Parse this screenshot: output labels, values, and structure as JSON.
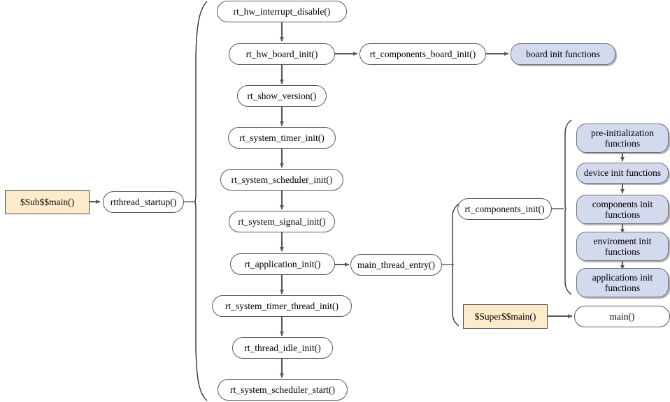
{
  "diagram": {
    "title": "RT-Thread startup sequence flowchart",
    "colors": {
      "node_fill": "#ffffff",
      "node_stroke": "#58585a",
      "blue_fill": "#d4daee",
      "blue_stroke": "#6f6f78",
      "yellow_fill": "#fceccb",
      "yellow_stroke": "#4a4a4a",
      "edge": "#5a5a5a",
      "background": "#ffffff"
    },
    "nodes": {
      "sub_main": "$Sub$$main()",
      "rtthread_startup": "rtthread_startup()",
      "rt_hw_interrupt_disable": "rt_hw_interrupt_disable()",
      "rt_hw_board_init": "rt_hw_board_init()",
      "rt_show_version": "rt_show_version()",
      "rt_system_timer_init": "rt_system_timer_init()",
      "rt_system_scheduler_init": "rt_system_scheduler_init()",
      "rt_system_signal_init": "rt_system_signal_init()",
      "rt_application_init": "rt_application_init()",
      "rt_system_timer_thread_init": "rt_system_timer_thread_init()",
      "rt_thread_idle_init": "rt_thread_idle_init()",
      "rt_system_scheduler_start": "rt_system_scheduler_start()",
      "rt_components_board_init": "rt_components_board_init()",
      "board_init_functions": "board init functions",
      "main_thread_entry": "main_thread_entry()",
      "rt_components_init": "rt_components_init()",
      "pre_initialization_functions": "pre-initialization\nfunctions",
      "device_init_functions": "device init functions",
      "components_init_functions": "components init\nfunctions",
      "enviroment_init_functions": "enviroment init\nfunctions",
      "applications_init_functions": "applications init\nfunctions",
      "super_main": "$Super$$main()",
      "main": "main()"
    },
    "edges": [
      {
        "from": "sub_main",
        "to": "rtthread_startup",
        "type": "arrow"
      },
      {
        "from": "rtthread_startup",
        "to": "main-chain-brace",
        "type": "brace"
      },
      {
        "from": "rt_hw_interrupt_disable",
        "to": "rt_hw_board_init",
        "type": "arrow"
      },
      {
        "from": "rt_hw_board_init",
        "to": "rt_show_version",
        "type": "arrow"
      },
      {
        "from": "rt_show_version",
        "to": "rt_system_timer_init",
        "type": "arrow"
      },
      {
        "from": "rt_system_timer_init",
        "to": "rt_system_scheduler_init",
        "type": "arrow"
      },
      {
        "from": "rt_system_scheduler_init",
        "to": "rt_system_signal_init",
        "type": "arrow"
      },
      {
        "from": "rt_system_signal_init",
        "to": "rt_application_init",
        "type": "arrow"
      },
      {
        "from": "rt_application_init",
        "to": "rt_system_timer_thread_init",
        "type": "arrow"
      },
      {
        "from": "rt_system_timer_thread_init",
        "to": "rt_thread_idle_init",
        "type": "arrow"
      },
      {
        "from": "rt_thread_idle_init",
        "to": "rt_system_scheduler_start",
        "type": "arrow"
      },
      {
        "from": "rt_hw_board_init",
        "to": "rt_components_board_init",
        "type": "arrow"
      },
      {
        "from": "rt_components_board_init",
        "to": "board_init_functions",
        "type": "arrow"
      },
      {
        "from": "rt_application_init",
        "to": "main_thread_entry",
        "type": "arrow"
      },
      {
        "from": "main_thread_entry",
        "to": "right-brace",
        "type": "brace"
      },
      {
        "from": "rt_components_init",
        "to": "blue-column-brace",
        "type": "brace"
      },
      {
        "from": "pre_initialization_functions",
        "to": "device_init_functions",
        "type": "arrow"
      },
      {
        "from": "device_init_functions",
        "to": "components_init_functions",
        "type": "arrow"
      },
      {
        "from": "components_init_functions",
        "to": "enviroment_init_functions",
        "type": "arrow"
      },
      {
        "from": "enviroment_init_functions",
        "to": "applications_init_functions",
        "type": "arrow"
      },
      {
        "from": "super_main",
        "to": "main",
        "type": "arrow"
      }
    ]
  }
}
